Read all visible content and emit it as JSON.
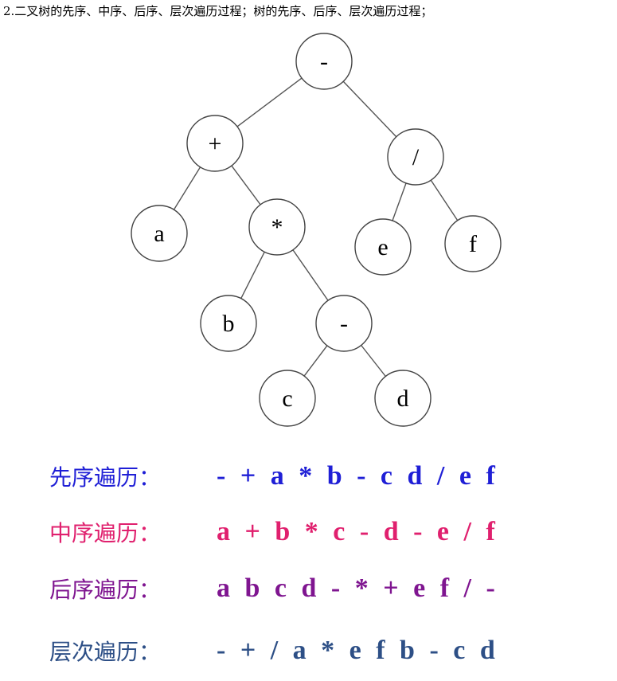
{
  "heading": "2.二叉树的先序、中序、后序、层次遍历过程；树的先序、后序、层次遍历过程；",
  "nodes": [
    {
      "id": "root-minus",
      "label": "-"
    },
    {
      "id": "plus",
      "label": "+"
    },
    {
      "id": "divide",
      "label": "/"
    },
    {
      "id": "a",
      "label": "a"
    },
    {
      "id": "times",
      "label": "*"
    },
    {
      "id": "e",
      "label": "e"
    },
    {
      "id": "f",
      "label": "f"
    },
    {
      "id": "b",
      "label": "b"
    },
    {
      "id": "inner-minus",
      "label": "-"
    },
    {
      "id": "c",
      "label": "c"
    },
    {
      "id": "d",
      "label": "d"
    }
  ],
  "edges": [
    [
      "root-minus",
      "plus"
    ],
    [
      "root-minus",
      "divide"
    ],
    [
      "plus",
      "a"
    ],
    [
      "plus",
      "times"
    ],
    [
      "divide",
      "e"
    ],
    [
      "divide",
      "f"
    ],
    [
      "times",
      "b"
    ],
    [
      "times",
      "inner-minus"
    ],
    [
      "inner-minus",
      "c"
    ],
    [
      "inner-minus",
      "d"
    ]
  ],
  "traversals": [
    {
      "label": "先序遍历：",
      "sequence": "- + a * b - c d / e f",
      "color": "#1f1fd6"
    },
    {
      "label": "中序遍历：",
      "sequence": "a + b * c - d - e / f",
      "color": "#e0206e"
    },
    {
      "label": "后序遍历：",
      "sequence": "a b c d - * + e f / -",
      "color": "#7f1590"
    },
    {
      "label": "层次遍历：",
      "sequence": "- + / a * e f b - c d",
      "color": "#2d4f86"
    }
  ]
}
